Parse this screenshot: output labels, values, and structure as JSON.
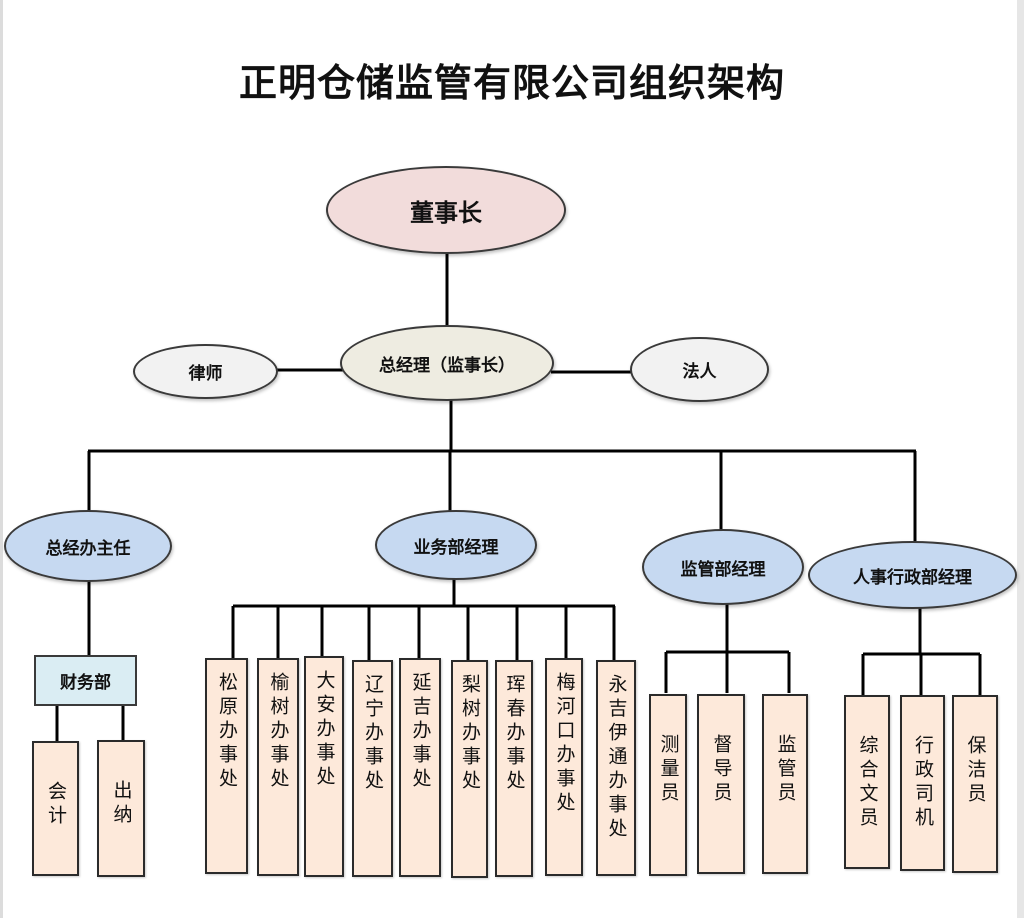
{
  "title": "正明仓储监管有限公司组织架构",
  "colors": {
    "chairman_fill": "#f2dcdb",
    "gm_fill": "#eeece1",
    "side_fill": "#f2f2f2",
    "dept_fill": "#c6d9f1",
    "finance_fill": "#daedf3",
    "leaf_fill": "#fde9da",
    "line": "#000000"
  },
  "chairman": {
    "label": "董事长"
  },
  "general_manager": {
    "label": "总经理（监事长）"
  },
  "lawyer": {
    "label": "律师"
  },
  "legal_person": {
    "label": "法人"
  },
  "departments": [
    {
      "label": "总经办主任",
      "sub_unit": {
        "label": "财务部",
        "children": [
          "会计",
          "出纳"
        ]
      }
    },
    {
      "label": "业务部经理",
      "children": [
        "松原办事处",
        "榆树办事处",
        "大安办事处",
        "辽宁办事处",
        "延吉办事处",
        "梨树办事处",
        "珲春办事处",
        "梅河口办事处",
        "永吉伊通办事处"
      ]
    },
    {
      "label": "监管部经理",
      "children": [
        "测量员",
        "督导员",
        "监管员"
      ]
    },
    {
      "label": "人事行政部经理",
      "children": [
        "综合文员",
        "行政司机",
        "保洁员"
      ]
    }
  ]
}
